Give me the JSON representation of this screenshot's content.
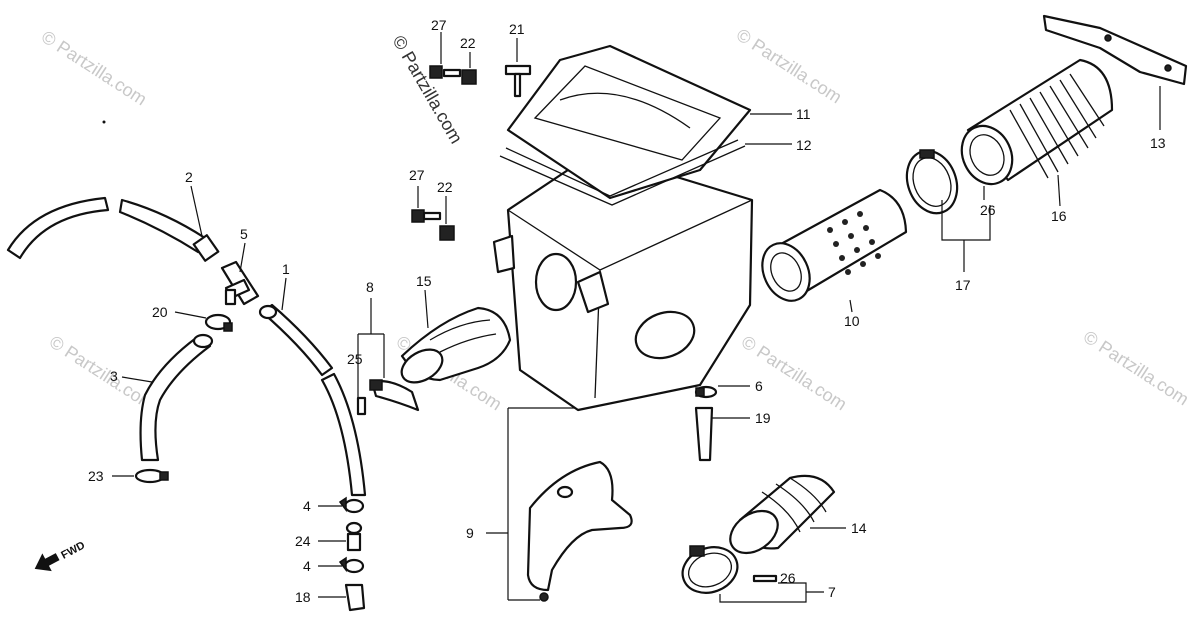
{
  "diagram": {
    "callouts": [
      "1",
      "2",
      "3",
      "4",
      "5",
      "6",
      "7",
      "8",
      "9",
      "10",
      "11",
      "12",
      "13",
      "14",
      "15",
      "16",
      "17",
      "18",
      "19",
      "20",
      "21",
      "22",
      "23",
      "24",
      "25",
      "26"
    ],
    "callout_27": "27",
    "watermark": "© Partzilla.com",
    "direction_label": "FWD"
  },
  "colors": {
    "ink": "#111111",
    "watermark": "#c8c8c8",
    "paper": "#ffffff"
  },
  "icons": {
    "direction": "fwd-arrow-icon"
  }
}
